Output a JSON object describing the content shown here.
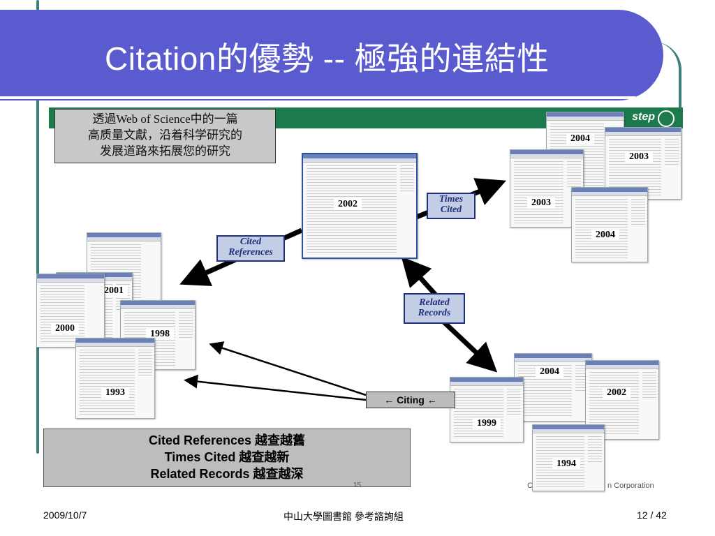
{
  "title": "Citation的優勢 -- 極強的連結性",
  "banner_text": "step",
  "intro_lines": [
    "透過Web of Science中的一篇",
    "高质量文獻，沿着科学研究的",
    "发展道路來拓展您的研究"
  ],
  "labels": {
    "cited_references": [
      "Cited",
      "References"
    ],
    "times_cited": [
      "Times",
      "Cited"
    ],
    "related_records": [
      "Related",
      "Records"
    ],
    "citing": "← Citing ←"
  },
  "years": {
    "center": "2002",
    "cited_refs": [
      "2001",
      "2000",
      "1998",
      "1993"
    ],
    "times_cited": [
      "2004",
      "2003",
      "2003",
      "2004"
    ],
    "related": [
      "2004",
      "2002",
      "1999",
      "1994"
    ]
  },
  "summary_lines": [
    "Cited References 越查越舊",
    "Times Cited 越查越新",
    "Related Records 越查越深"
  ],
  "faint_page": "15",
  "faint_corp_left": "C",
  "faint_corp_right": "n Corporation",
  "footer": {
    "date": "2009/10/7",
    "center": "中山大學圖書館  參考諮詢組",
    "page": "12 / 42"
  },
  "colors": {
    "title_bar": "#5a5bcf",
    "frame": "#3f7f7b",
    "label_fill": "#c4cde6",
    "label_text": "#1f2f7a"
  }
}
